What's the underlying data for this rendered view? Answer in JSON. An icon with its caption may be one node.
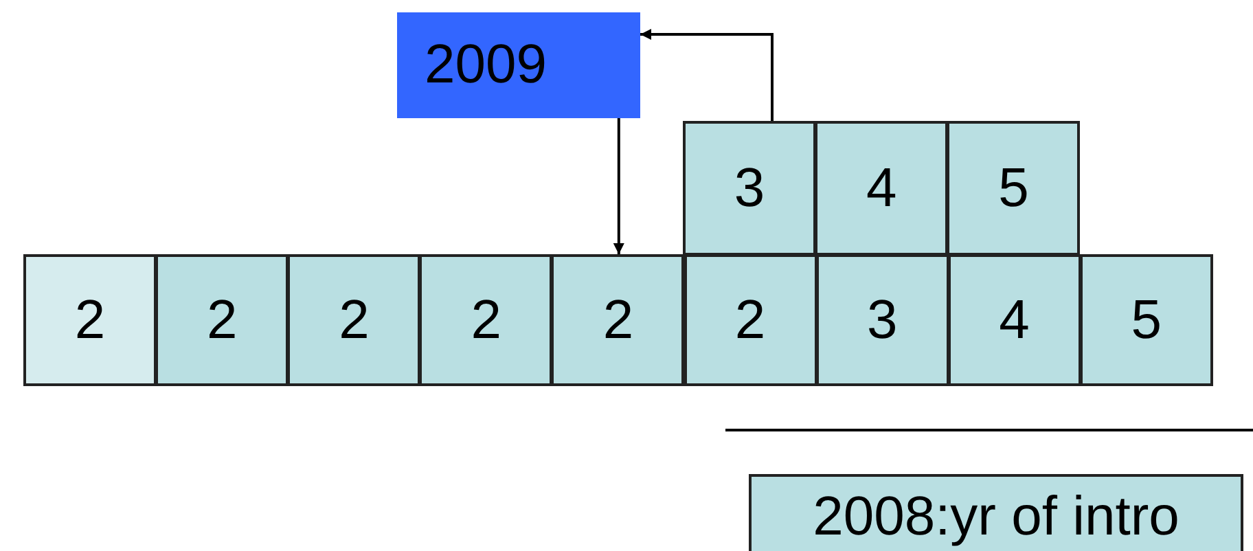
{
  "diagram": {
    "nodes": [
      {
        "text": [
          "2009"
        ]
      },
      {
        "text": [
          "3"
        ]
      },
      {
        "text": [
          "4"
        ]
      },
      {
        "text": [
          "5"
        ]
      },
      {
        "text": [
          "2"
        ]
      },
      {
        "text": [
          "2"
        ]
      },
      {
        "text": [
          "2"
        ]
      },
      {
        "text": [
          "2"
        ]
      },
      {
        "text": [
          "2"
        ]
      },
      {
        "text": [
          "2"
        ]
      },
      {
        "text": [
          "3"
        ]
      },
      {
        "text": [
          "4"
        ]
      },
      {
        "text": [
          "5"
        ]
      },
      {
        "text": [
          "2008:yr of intro"
        ]
      }
    ],
    "edges": [
      {
        "from": 1,
        "to": 0,
        "arrow": "to"
      },
      {
        "from": 0,
        "to": 8,
        "arrow": "to"
      }
    ]
  }
}
